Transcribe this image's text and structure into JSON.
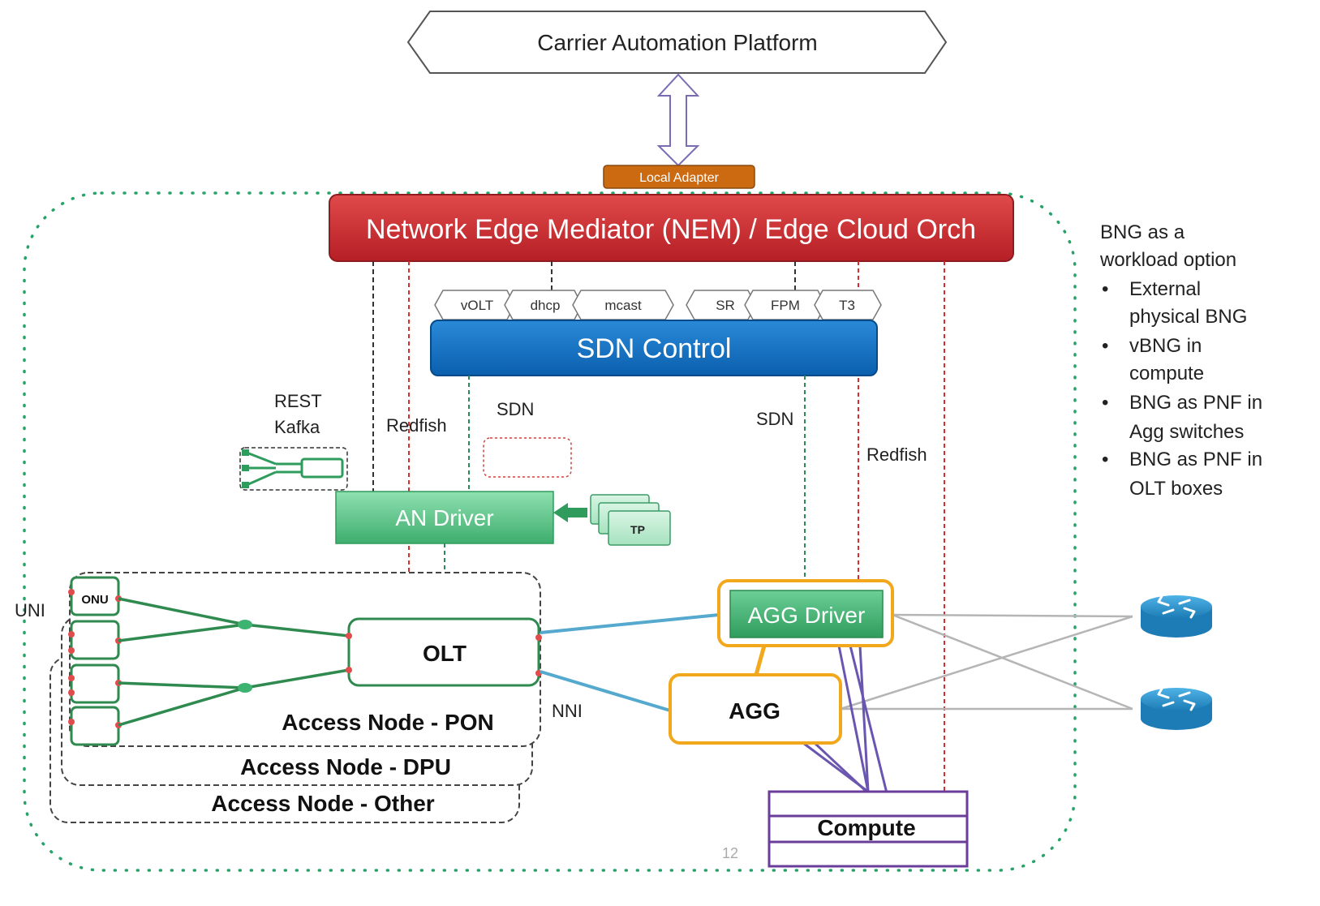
{
  "top": {
    "platform": "Carrier Automation Platform",
    "adapter": "Local Adapter"
  },
  "nem": {
    "label": "Network Edge Mediator (NEM) / Edge Cloud Orch"
  },
  "sdn": {
    "label": "SDN Control",
    "apps_left": [
      "vOLT",
      "dhcp",
      "mcast"
    ],
    "apps_right": [
      "SR",
      "FPM",
      "T3"
    ]
  },
  "links": {
    "rest": "REST",
    "kafka": "Kafka",
    "redfish_left": "Redfish",
    "sdn_left": "SDN",
    "sdn_right": "SDN",
    "redfish_right": "Redfish",
    "uni": "UNI",
    "nni": "NNI"
  },
  "nodes": {
    "an_driver": "AN Driver",
    "tp": "TP",
    "onu": "ONU",
    "olt": "OLT",
    "access_pon": "Access Node - PON",
    "access_dpu": "Access Node - DPU",
    "access_other": "Access Node - Other",
    "agg_driver": "AGG Driver",
    "agg": "AGG",
    "compute": "Compute"
  },
  "sidebar": {
    "heading_line1": "BNG as a",
    "heading_line2": "workload option",
    "bullets": [
      [
        "External",
        "physical BNG"
      ],
      [
        "vBNG in",
        "compute"
      ],
      [
        "BNG as PNF in",
        "Agg switches"
      ],
      [
        "BNG as PNF in",
        "OLT boxes"
      ]
    ]
  },
  "page_number": "12",
  "colors": {
    "nem_red": "#c8282e",
    "sdn_blue": "#0a6fc2",
    "adapter_orange": "#cc6a12",
    "driver_green": "#4dbd7e",
    "agg_orange": "#f2a81d",
    "compute_purple": "#6a3d9a",
    "router_blue": "#2a8fc9",
    "link_blue": "#55a9cf"
  }
}
